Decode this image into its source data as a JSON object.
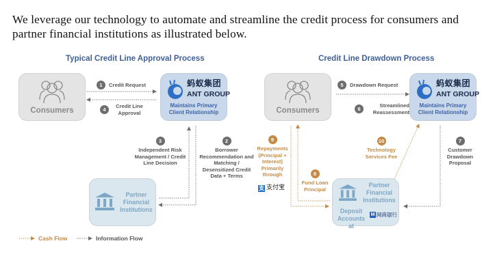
{
  "intro_text": "We leverage our technology to automate and streamline the credit process for consumers and partner financial institutions as illustrated below.",
  "colors": {
    "title": "#3f5f9a",
    "cash_flow": "#c58a45",
    "info_flow": "#6d6d6d",
    "ant_box": "#c9d8ea",
    "pfi_box": "#dbe7ee",
    "consumer_box": "#e4e4e4"
  },
  "left": {
    "title": "Typical Credit Line Approval Process",
    "consumers": {
      "label": "Consumers",
      "icon": "people-icon"
    },
    "ant": {
      "name_cn": "蚂蚁集团",
      "name_en": "ANT GROUP",
      "subtitle": "Maintains Primary Client Relationship"
    },
    "pfi": {
      "label_lines": [
        "Partner",
        "Financial",
        "Institutions"
      ],
      "icon": "bank-icon"
    },
    "steps": [
      {
        "num": "1",
        "label": "Credit Request"
      },
      {
        "num": "4",
        "label": "Credit Line Approval"
      },
      {
        "num": "3",
        "label": "Independent Risk Management / Credit Line Decision"
      },
      {
        "num": "2",
        "label": "Borrower Recommendation and Matching / Desensitized Credit Data + Terms"
      }
    ]
  },
  "right": {
    "title": "Credit Line Drawdown Process",
    "consumers": {
      "label": "Consumers",
      "icon": "people-icon"
    },
    "ant": {
      "name_cn": "蚂蚁集团",
      "name_en": "ANT GROUP",
      "subtitle": "Maintains Primary Client Relationship"
    },
    "pfi": {
      "label_lines": [
        "Partner",
        "Financial",
        "Institutions"
      ],
      "deposit": "Deposit Accounts at",
      "mybank": "网商银行",
      "icon": "bank-icon"
    },
    "steps": [
      {
        "num": "5",
        "label": "Drawdown Request"
      },
      {
        "num": "6",
        "label": "Streamlined Reassessment"
      },
      {
        "num": "7",
        "label": "Customer Drawdown Proposal"
      },
      {
        "num": "8",
        "label": "Fund Loan Principal"
      },
      {
        "num": "9",
        "label": "Repayments (Principal + Interest) Primarily through"
      },
      {
        "num": "10",
        "label": "Technology Services Fee"
      }
    ],
    "alipay": "支付宝"
  },
  "legend": {
    "cash_flow": "Cash Flow",
    "info_flow": "Information Flow"
  }
}
